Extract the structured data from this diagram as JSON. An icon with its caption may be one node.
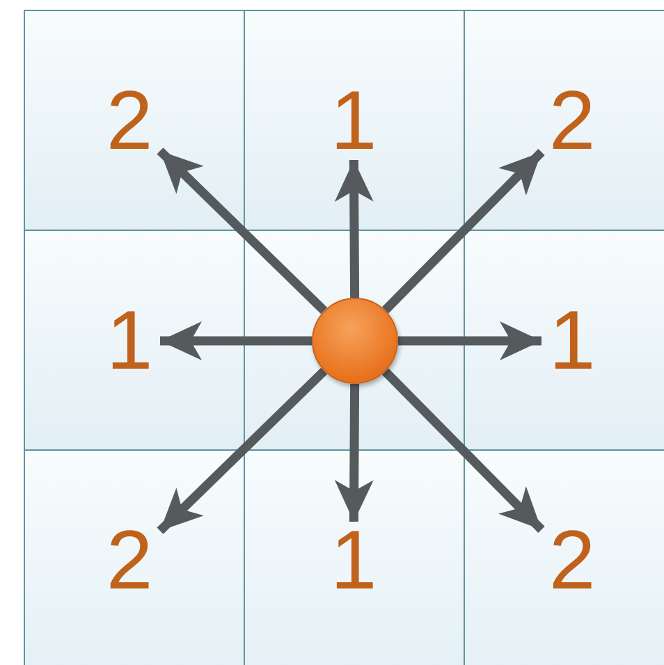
{
  "diagram": {
    "nodes": [
      {
        "text": [
          "2"
        ]
      },
      {
        "text": [
          "1"
        ]
      },
      {
        "text": [
          "2"
        ]
      },
      {
        "text": [
          "1"
        ]
      },
      {
        "text": [
          "1"
        ]
      },
      {
        "text": [
          "2"
        ]
      },
      {
        "text": [
          "1"
        ]
      },
      {
        "text": [
          "2"
        ]
      },
      {
        "text": [],
        "shape": "circle"
      }
    ],
    "edges": [
      {
        "from": 8,
        "to": 0,
        "arrow": "to"
      },
      {
        "from": 8,
        "to": 1,
        "arrow": "to"
      },
      {
        "from": 8,
        "to": 2,
        "arrow": "to"
      },
      {
        "from": 8,
        "to": 3,
        "arrow": "to"
      },
      {
        "from": 8,
        "to": 4,
        "arrow": "to"
      },
      {
        "from": 8,
        "to": 5,
        "arrow": "to"
      },
      {
        "from": 8,
        "to": 6,
        "arrow": "to"
      },
      {
        "from": 8,
        "to": 7,
        "arrow": "to"
      }
    ]
  }
}
